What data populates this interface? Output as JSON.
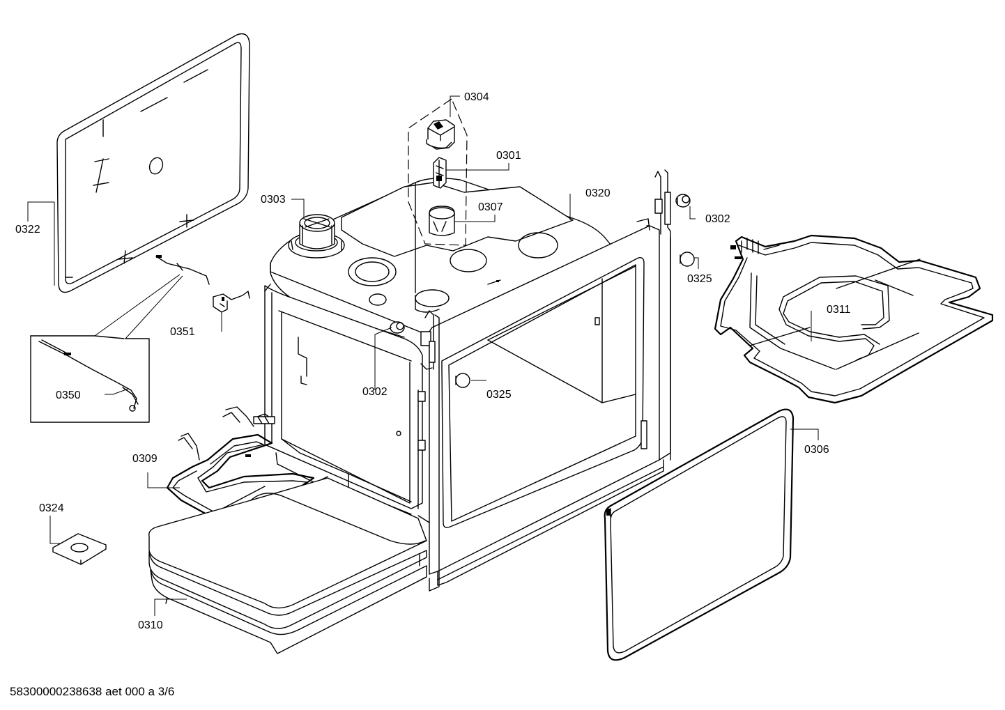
{
  "labels": {
    "p0322": "0322",
    "p0303": "0303",
    "p0304": "0304",
    "p0301": "0301",
    "p0307": "0307",
    "p0320": "0320",
    "p0302a": "0302",
    "p0302b": "0302",
    "p0325a": "0325",
    "p0325b": "0325",
    "p0311": "0311",
    "p0351": "0351",
    "p0350": "0350",
    "p0309": "0309",
    "p0306": "0306",
    "p0324": "0324",
    "p0310": "0310"
  },
  "footer": {
    "document_id": "58300000238638 aet 000 a 3/6"
  }
}
